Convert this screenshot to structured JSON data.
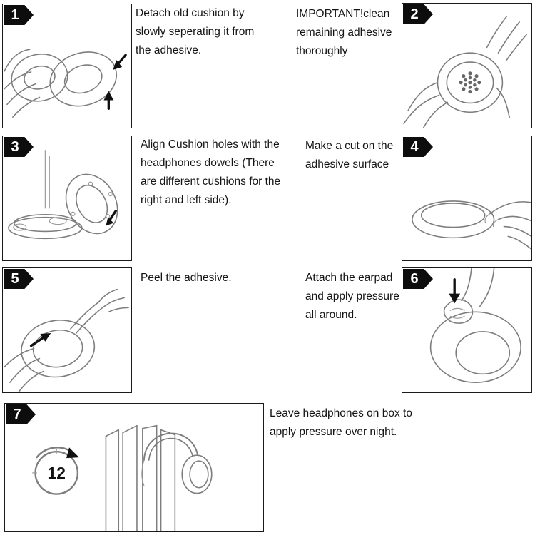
{
  "steps": [
    {
      "number": "1",
      "text": "Detach old cushion by slowly seperating it from the adhesive."
    },
    {
      "number": "2",
      "text": "IMPORTANT!clean remaining adhesive thoroughly"
    },
    {
      "number": "3",
      "text": "Align Cushion holes with the headphones dowels (There are different cushions for the right and left side)."
    },
    {
      "number": "4",
      "text": "Make a cut on the adhesive surface"
    },
    {
      "number": "5",
      "text": "Peel the adhesive."
    },
    {
      "number": "6",
      "text": "Attach the earpad and apply pressure all around."
    },
    {
      "number": "7",
      "text": "Leave headphones on box to apply pressure over night."
    }
  ],
  "clock": {
    "label": "12"
  },
  "colors": {
    "badge": "#0d0d0d",
    "line": "#7d7d7d",
    "text": "#141414",
    "background": "#ffffff"
  }
}
